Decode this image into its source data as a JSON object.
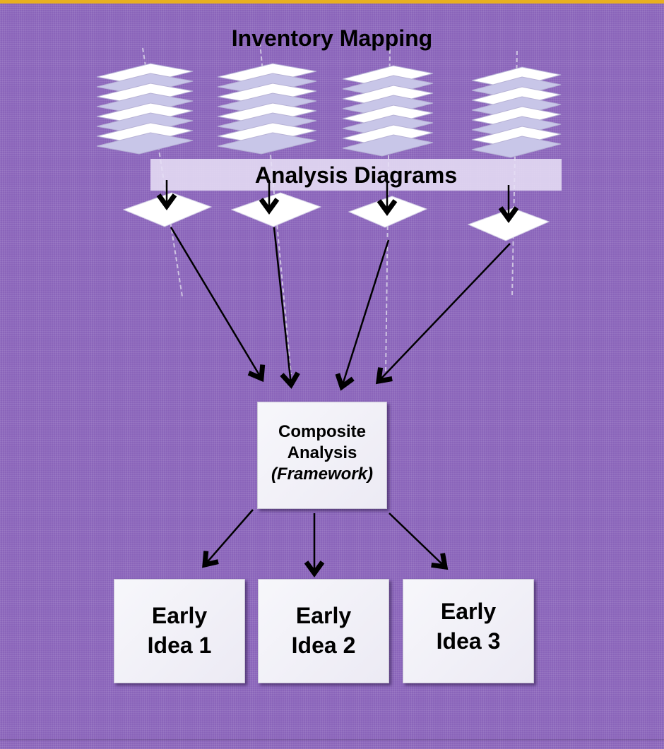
{
  "title": "Inventory Mapping",
  "banner": "Analysis Diagrams",
  "composite": {
    "line1": "Composite",
    "line2": "Analysis",
    "line3": "(Framework)"
  },
  "ideas": [
    {
      "line1": "Early",
      "line2": "Idea 1"
    },
    {
      "line1": "Early",
      "line2": "Idea 2"
    },
    {
      "line1": "Early",
      "line2": "Idea 3"
    }
  ],
  "colors": {
    "background": "#8a64ba",
    "accent_band": "#e8b020",
    "sheet_light": "#ffffff",
    "sheet_tint": "#c8c6e8",
    "arrow": "#000000"
  },
  "icons": [
    "layer-stack-icon",
    "sheet-icon",
    "down-arrow-icon"
  ]
}
